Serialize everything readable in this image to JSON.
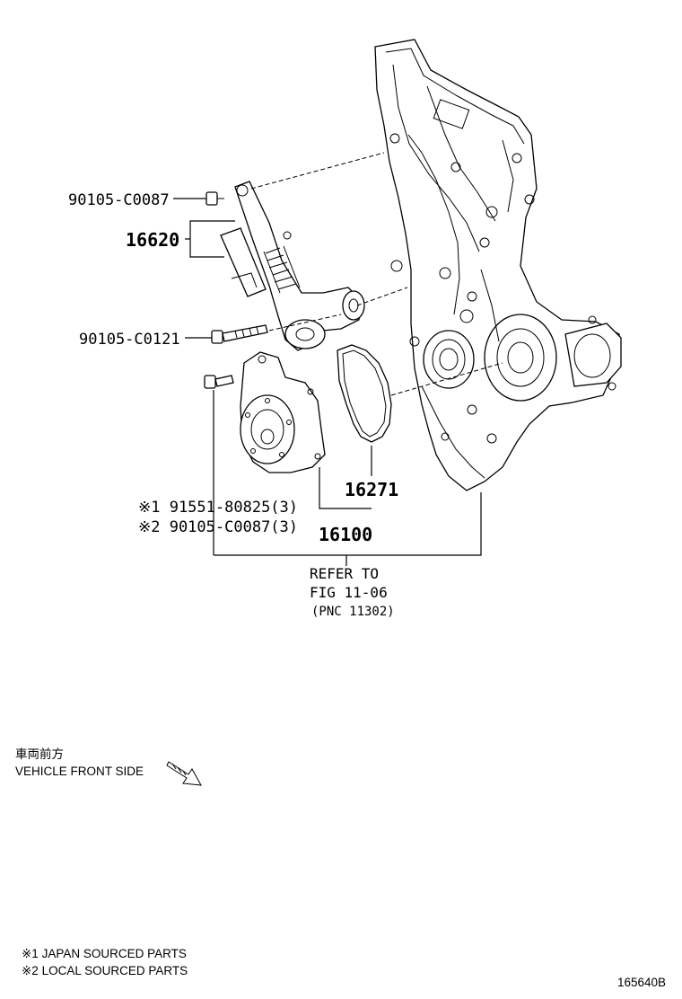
{
  "labels": {
    "bolt_top": "90105-C0087",
    "tensioner": "16620",
    "bolt_mid": "90105-C0121",
    "gasket": "16271",
    "pump": "16100",
    "bolt_note1": "※1 91551-80825(3)",
    "bolt_note2": "※2 90105-C0087(3)",
    "refer_line1": "REFER TO",
    "refer_line2": "FIG 11-06",
    "refer_line3": "(PNC 11302)"
  },
  "direction": {
    "jp": "車両前方",
    "en": "VEHICLE FRONT SIDE",
    "icon": "arrow-down-right-icon"
  },
  "legend": {
    "item1": "※1 JAPAN SOURCED PARTS",
    "item2": "※2 LOCAL SOURCED PARTS"
  },
  "figure_id": "165640B"
}
